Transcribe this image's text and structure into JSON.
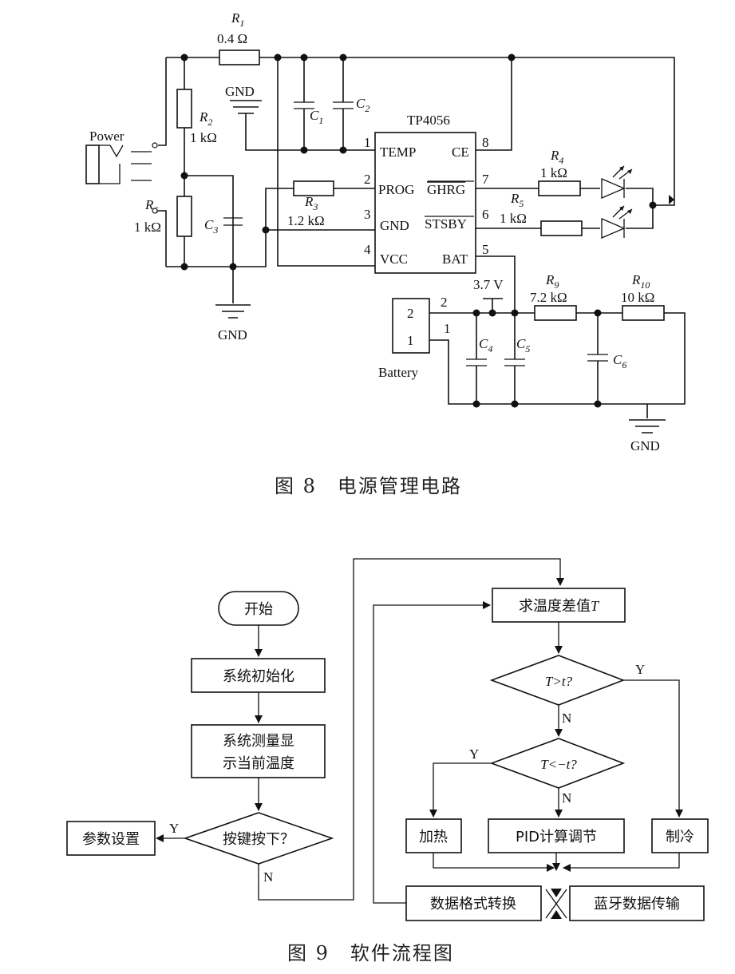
{
  "fig8": {
    "caption": "图 8　电源管理电路",
    "chip": {
      "name": "TP4056",
      "left_pins": [
        "TEMP",
        "PROG",
        "GND",
        "VCC"
      ],
      "right_pins": [
        "CE",
        "GHRG",
        "STSBY",
        "BAT"
      ],
      "pin_numbers": [
        "1",
        "2",
        "3",
        "4",
        "8",
        "7",
        "6",
        "5"
      ]
    },
    "r1": {
      "label": "R",
      "sub": "1",
      "value": "0.4  Ω"
    },
    "r2": {
      "label": "R",
      "sub": "2",
      "value": "1  kΩ"
    },
    "r3": {
      "label": "R",
      "sub": "3",
      "value": "1.2  kΩ"
    },
    "r4": {
      "label": "R",
      "sub": "4",
      "value": "1  kΩ"
    },
    "r5": {
      "label": "R",
      "sub": "5",
      "value": "1  kΩ"
    },
    "r6": {
      "label": "R",
      "sub": "6",
      "value": "1  kΩ"
    },
    "r9": {
      "label": "R",
      "sub": "9",
      "value": "7.2  kΩ"
    },
    "r10": {
      "label": "R",
      "sub": "10",
      "value": "10  kΩ"
    },
    "c1": {
      "label": "C",
      "sub": "1"
    },
    "c2": {
      "label": "C",
      "sub": "2"
    },
    "c3": {
      "label": "C",
      "sub": "3"
    },
    "c4": {
      "label": "C",
      "sub": "4"
    },
    "c5": {
      "label": "C",
      "sub": "5"
    },
    "c6": {
      "label": "C",
      "sub": "6"
    },
    "power_label": "Power",
    "battery_label": "Battery",
    "battery_pins": [
      "2",
      "1"
    ],
    "battery_wire_labels": [
      "2",
      "1"
    ],
    "voltage_label": "3.7  V",
    "gnd_labels": [
      "GND",
      "GND",
      "GND"
    ]
  },
  "fig9": {
    "caption": "图 9　软件流程图",
    "start": "开始",
    "init": "系统初始化",
    "measure_1": "系统测量显",
    "measure_2": "示当前温度",
    "key_decision": "按键按下？",
    "params": "参数设置",
    "yes": "Y",
    "no": "N",
    "calc_diff": "求温度差值",
    "calc_diff_var": "T",
    "cond1": "T>t?",
    "cond2": "T<−t?",
    "heat": "加热",
    "pid": "PID计算调节",
    "cool": "制冷",
    "format": "数据格式转换",
    "bluetooth": "蓝牙数据传输"
  }
}
